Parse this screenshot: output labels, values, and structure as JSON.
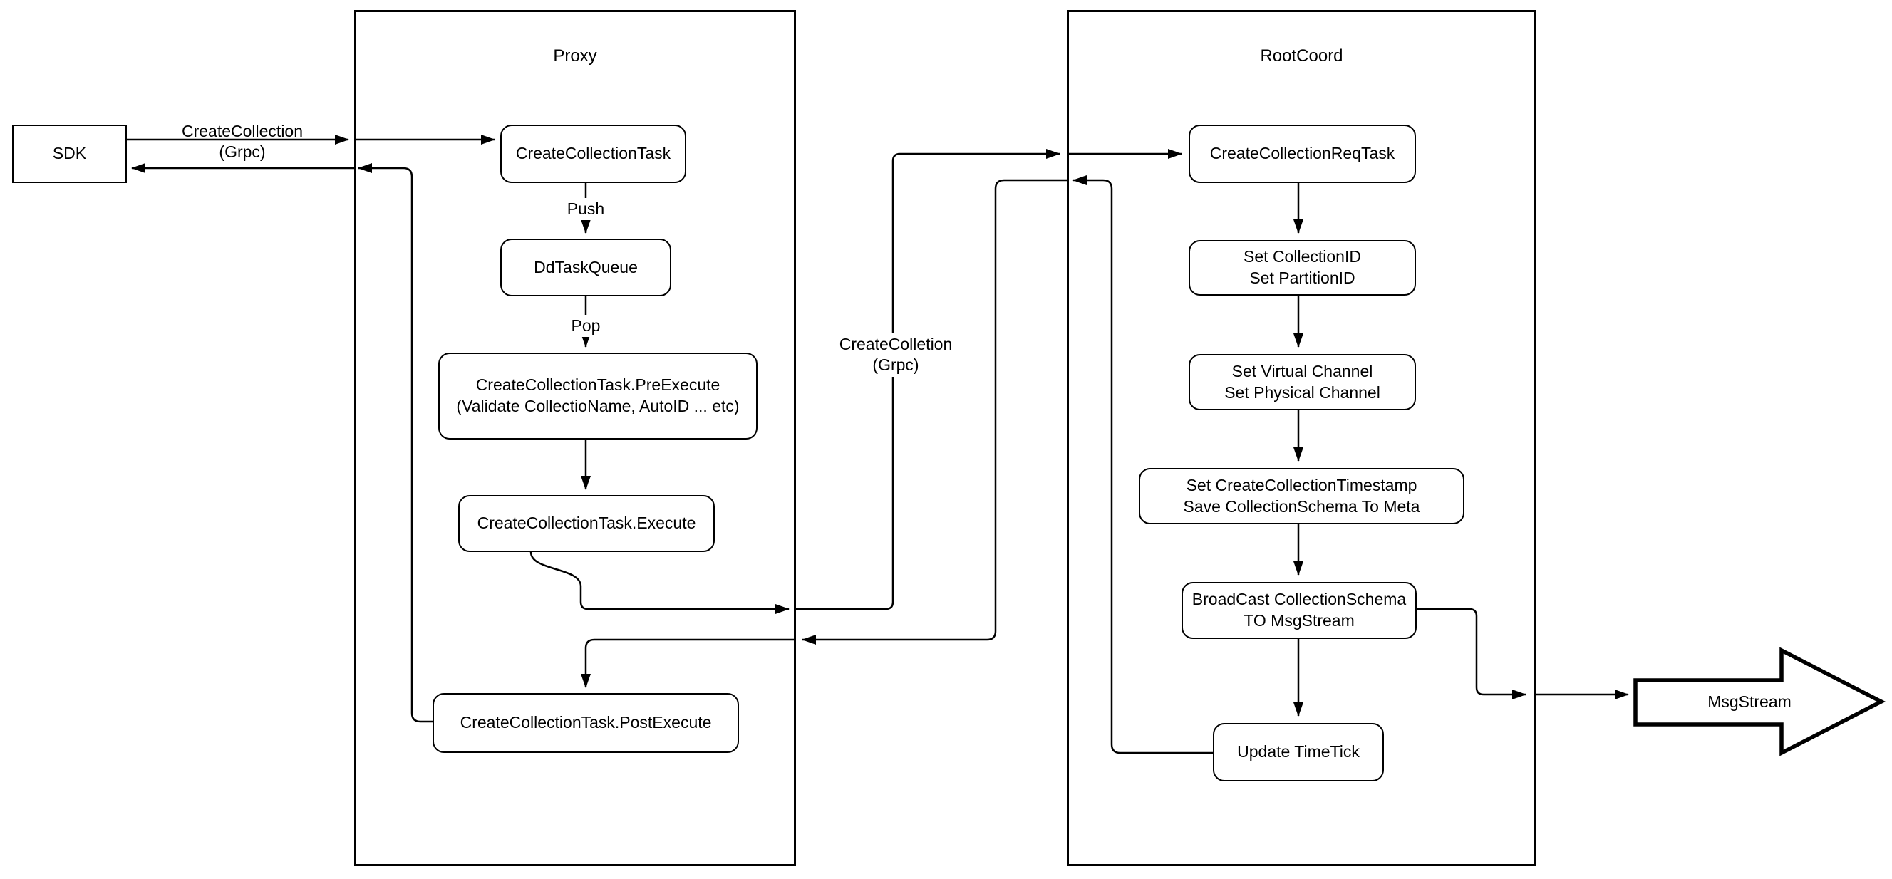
{
  "diagram": {
    "colors": {
      "stroke": "#000000",
      "background": "#ffffff"
    },
    "sdk": {
      "label": "SDK"
    },
    "proxy": {
      "title": "Proxy",
      "nodes": {
        "create_collection_task": "CreateCollectionTask",
        "dd_task_queue": "DdTaskQueue",
        "pre_execute_line1": "CreateCollectionTask.PreExecute",
        "pre_execute_line2": "(Validate CollectioName, AutoID ... etc)",
        "execute": "CreateCollectionTask.Execute",
        "post_execute": "CreateCollectionTask.PostExecute"
      }
    },
    "rootcoord": {
      "title": "RootCoord",
      "nodes": {
        "req_task": "CreateCollectionReqTask",
        "set_ids_line1": "Set CollectionID",
        "set_ids_line2": "Set PartitionID",
        "set_channels_line1": "Set Virtual Channel",
        "set_channels_line2": "Set Physical Channel",
        "set_timestamp_line1": "Set CreateCollectionTimestamp",
        "set_timestamp_line2": "Save CollectionSchema To Meta",
        "broadcast_line1": "BroadCast CollectionSchema",
        "broadcast_line2": "TO MsgStream",
        "update_timetick": "Update TimeTick"
      }
    },
    "msgstream": {
      "label": "MsgStream"
    },
    "edge_labels": {
      "sdk_call_line1": "CreateCollection",
      "sdk_call_line2": "(Grpc)",
      "push": "Push",
      "pop": "Pop",
      "proxy_call_line1": "CreateColletion",
      "proxy_call_line2": "(Grpc)"
    }
  }
}
